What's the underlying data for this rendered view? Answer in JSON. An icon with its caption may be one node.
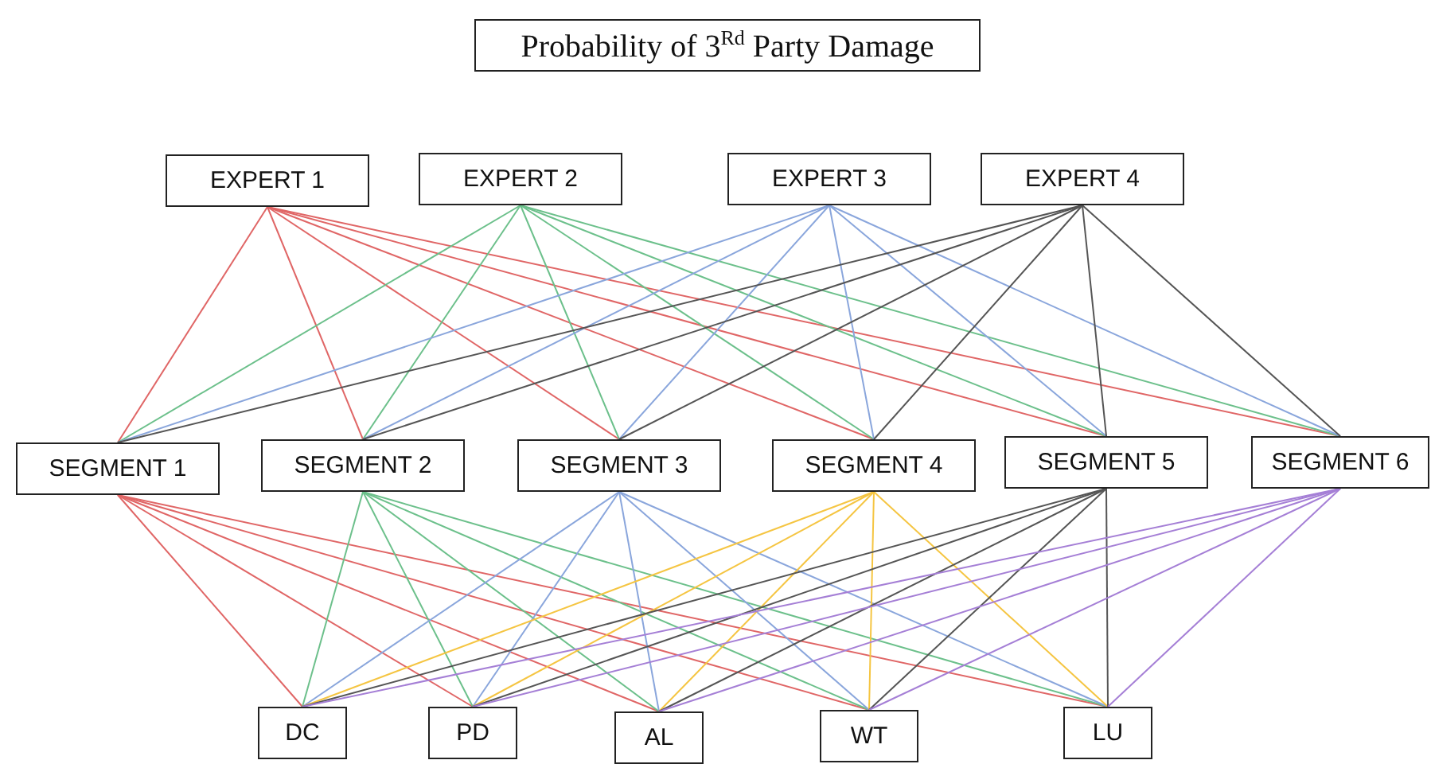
{
  "diagram": {
    "title": "Probability of 3$^{Rd}$ Party Damage",
    "nodes": [
      {
        "text": [
          "EXPERT 1"
        ]
      },
      {
        "text": [
          "EXPERT 2"
        ]
      },
      {
        "text": [
          "EXPERT 3"
        ]
      },
      {
        "text": [
          "EXPERT 4"
        ]
      },
      {
        "text": [
          "SEGMENT 1"
        ]
      },
      {
        "text": [
          "SEGMENT 2"
        ]
      },
      {
        "text": [
          "SEGMENT 3"
        ]
      },
      {
        "text": [
          "SEGMENT 4"
        ]
      },
      {
        "text": [
          "SEGMENT 5"
        ]
      },
      {
        "text": [
          "SEGMENT 6"
        ]
      },
      {
        "text": [
          "DC"
        ]
      },
      {
        "text": [
          "PD"
        ]
      },
      {
        "text": [
          "AL"
        ]
      },
      {
        "text": [
          "WT"
        ]
      },
      {
        "text": [
          "LU"
        ]
      }
    ],
    "edges": [
      {
        "from": 0,
        "to": 4,
        "arrow": "none",
        "color": "#e06666"
      },
      {
        "from": 0,
        "to": 5,
        "arrow": "none",
        "color": "#e06666"
      },
      {
        "from": 0,
        "to": 6,
        "arrow": "none",
        "color": "#e06666"
      },
      {
        "from": 0,
        "to": 7,
        "arrow": "none",
        "color": "#e06666"
      },
      {
        "from": 0,
        "to": 8,
        "arrow": "none",
        "color": "#e06666"
      },
      {
        "from": 0,
        "to": 9,
        "arrow": "none",
        "color": "#e06666"
      },
      {
        "from": 1,
        "to": 4,
        "arrow": "none",
        "color": "#6cc08b"
      },
      {
        "from": 1,
        "to": 5,
        "arrow": "none",
        "color": "#6cc08b"
      },
      {
        "from": 1,
        "to": 6,
        "arrow": "none",
        "color": "#6cc08b"
      },
      {
        "from": 1,
        "to": 7,
        "arrow": "none",
        "color": "#6cc08b"
      },
      {
        "from": 1,
        "to": 8,
        "arrow": "none",
        "color": "#6cc08b"
      },
      {
        "from": 1,
        "to": 9,
        "arrow": "none",
        "color": "#6cc08b"
      },
      {
        "from": 2,
        "to": 4,
        "arrow": "none",
        "color": "#8aa6dc"
      },
      {
        "from": 2,
        "to": 5,
        "arrow": "none",
        "color": "#8aa6dc"
      },
      {
        "from": 2,
        "to": 6,
        "arrow": "none",
        "color": "#8aa6dc"
      },
      {
        "from": 2,
        "to": 7,
        "arrow": "none",
        "color": "#8aa6dc"
      },
      {
        "from": 2,
        "to": 8,
        "arrow": "none",
        "color": "#8aa6dc"
      },
      {
        "from": 2,
        "to": 9,
        "arrow": "none",
        "color": "#8aa6dc"
      },
      {
        "from": 3,
        "to": 4,
        "arrow": "none",
        "color": "#555555"
      },
      {
        "from": 3,
        "to": 5,
        "arrow": "none",
        "color": "#555555"
      },
      {
        "from": 3,
        "to": 6,
        "arrow": "none",
        "color": "#555555"
      },
      {
        "from": 3,
        "to": 7,
        "arrow": "none",
        "color": "#555555"
      },
      {
        "from": 3,
        "to": 8,
        "arrow": "none",
        "color": "#555555"
      },
      {
        "from": 3,
        "to": 9,
        "arrow": "none",
        "color": "#555555"
      },
      {
        "from": 4,
        "to": 10,
        "arrow": "none",
        "color": "#e06666"
      },
      {
        "from": 4,
        "to": 11,
        "arrow": "none",
        "color": "#e06666"
      },
      {
        "from": 4,
        "to": 12,
        "arrow": "none",
        "color": "#e06666"
      },
      {
        "from": 4,
        "to": 13,
        "arrow": "none",
        "color": "#e06666"
      },
      {
        "from": 4,
        "to": 14,
        "arrow": "none",
        "color": "#e06666"
      },
      {
        "from": 5,
        "to": 10,
        "arrow": "none",
        "color": "#6cc08b"
      },
      {
        "from": 5,
        "to": 11,
        "arrow": "none",
        "color": "#6cc08b"
      },
      {
        "from": 5,
        "to": 12,
        "arrow": "none",
        "color": "#6cc08b"
      },
      {
        "from": 5,
        "to": 13,
        "arrow": "none",
        "color": "#6cc08b"
      },
      {
        "from": 5,
        "to": 14,
        "arrow": "none",
        "color": "#6cc08b"
      },
      {
        "from": 6,
        "to": 10,
        "arrow": "none",
        "color": "#8aa6dc"
      },
      {
        "from": 6,
        "to": 11,
        "arrow": "none",
        "color": "#8aa6dc"
      },
      {
        "from": 6,
        "to": 12,
        "arrow": "none",
        "color": "#8aa6dc"
      },
      {
        "from": 6,
        "to": 13,
        "arrow": "none",
        "color": "#8aa6dc"
      },
      {
        "from": 6,
        "to": 14,
        "arrow": "none",
        "color": "#8aa6dc"
      },
      {
        "from": 7,
        "to": 10,
        "arrow": "none",
        "color": "#f5c542"
      },
      {
        "from": 7,
        "to": 11,
        "arrow": "none",
        "color": "#f5c542"
      },
      {
        "from": 7,
        "to": 12,
        "arrow": "none",
        "color": "#f5c542"
      },
      {
        "from": 7,
        "to": 13,
        "arrow": "none",
        "color": "#f5c542"
      },
      {
        "from": 7,
        "to": 14,
        "arrow": "none",
        "color": "#f5c542"
      },
      {
        "from": 8,
        "to": 10,
        "arrow": "none",
        "color": "#555555"
      },
      {
        "from": 8,
        "to": 11,
        "arrow": "none",
        "color": "#555555"
      },
      {
        "from": 8,
        "to": 12,
        "arrow": "none",
        "color": "#555555"
      },
      {
        "from": 8,
        "to": 13,
        "arrow": "none",
        "color": "#555555"
      },
      {
        "from": 8,
        "to": 14,
        "arrow": "none",
        "color": "#555555"
      },
      {
        "from": 9,
        "to": 10,
        "arrow": "none",
        "color": "#a57fd6"
      },
      {
        "from": 9,
        "to": 11,
        "arrow": "none",
        "color": "#a57fd6"
      },
      {
        "from": 9,
        "to": 12,
        "arrow": "none",
        "color": "#a57fd6"
      },
      {
        "from": 9,
        "to": 13,
        "arrow": "none",
        "color": "#a57fd6"
      },
      {
        "from": 9,
        "to": 14,
        "arrow": "none",
        "color": "#a57fd6"
      }
    ]
  }
}
